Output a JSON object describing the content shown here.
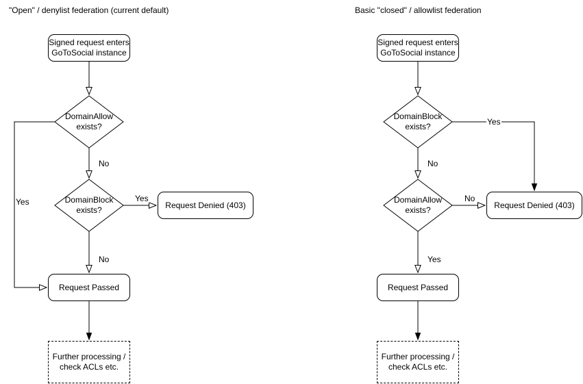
{
  "colors": {
    "background": "#ffffff",
    "stroke": "#000000",
    "text": "#000000",
    "node-fill": "#ffffff"
  },
  "charts": [
    {
      "id": "open-denylist-federation",
      "title": "\"Open\" / denylist federation (current default)",
      "nodes": {
        "start": {
          "lines": [
            "Signed request enters",
            "GoToSocial instance"
          ]
        },
        "decision1": {
          "lines": [
            "DomainAllow",
            "exists?"
          ]
        },
        "decision2": {
          "lines": [
            "DomainBlock",
            "exists?"
          ]
        },
        "denied": {
          "label": "Request Denied (403)"
        },
        "passed": {
          "label": "Request Passed"
        },
        "further": {
          "lines": [
            "Further processing /",
            "check ACLs etc."
          ]
        }
      },
      "edge_labels": {
        "decision1_yes": "Yes",
        "decision1_no": "No",
        "decision2_yes": "Yes",
        "decision2_no": "No"
      }
    },
    {
      "id": "closed-allowlist-federation",
      "title": "Basic \"closed\" / allowlist federation",
      "nodes": {
        "start": {
          "lines": [
            "Signed request enters",
            "GoToSocial instance"
          ]
        },
        "decision1": {
          "lines": [
            "DomainBlock",
            "exists?"
          ]
        },
        "decision2": {
          "lines": [
            "DomainAllow",
            "exists?"
          ]
        },
        "denied": {
          "label": "Request Denied (403)"
        },
        "passed": {
          "label": "Request Passed"
        },
        "further": {
          "lines": [
            "Further processing /",
            "check ACLs etc."
          ]
        }
      },
      "edge_labels": {
        "decision1_yes": "Yes",
        "decision1_no": "No",
        "decision2_no": "No",
        "decision2_yes": "Yes"
      }
    }
  ]
}
